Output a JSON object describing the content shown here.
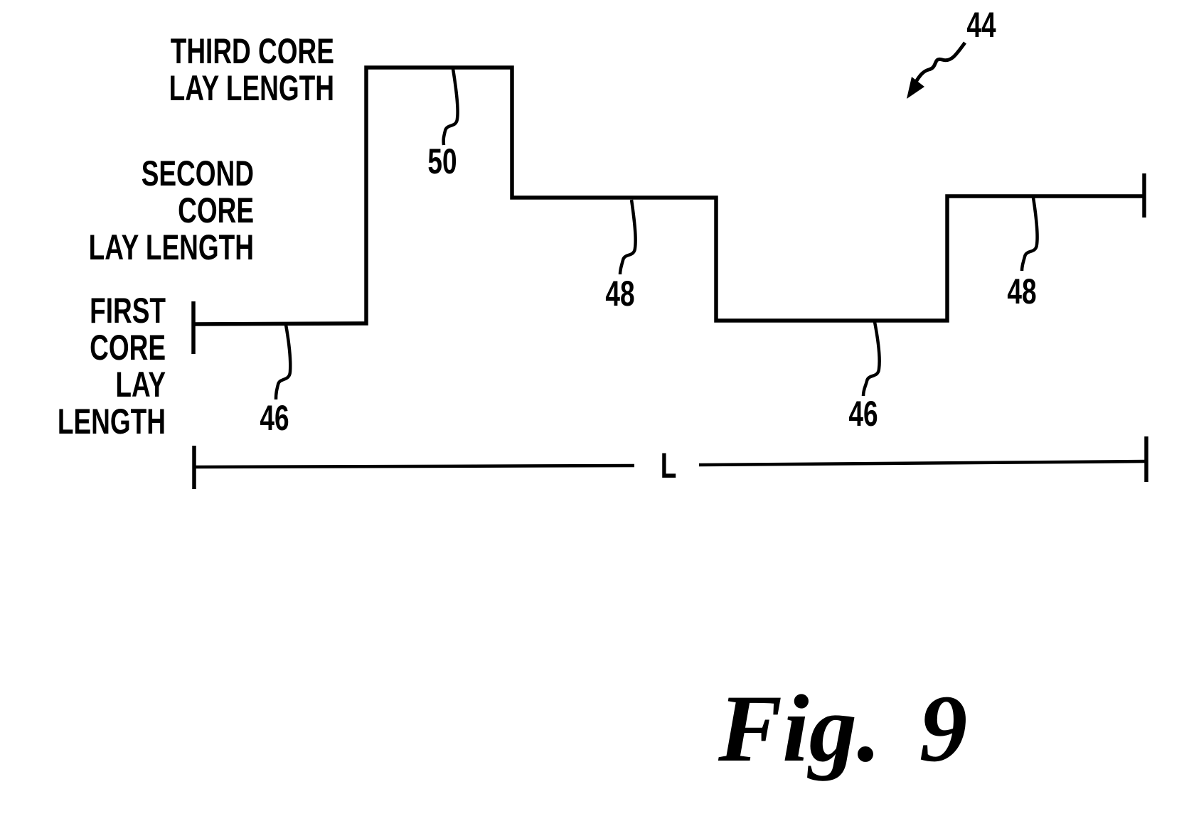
{
  "colors": {
    "ink": "#000000",
    "background": "#ffffff"
  },
  "labels": {
    "third_core": "THIRD CORE\nLAY LENGTH",
    "second_core": "SECOND CORE\nLAY LENGTH",
    "first_core": "FIRST CORE\nLAY LENGTH"
  },
  "references": {
    "figure_pointer": "44",
    "third_core_segment": "50",
    "second_core_left": "48",
    "second_core_right": "48",
    "first_core_left": "46",
    "first_core_right": "46"
  },
  "dimension": {
    "label": "L"
  },
  "caption": "Fig. 9"
}
